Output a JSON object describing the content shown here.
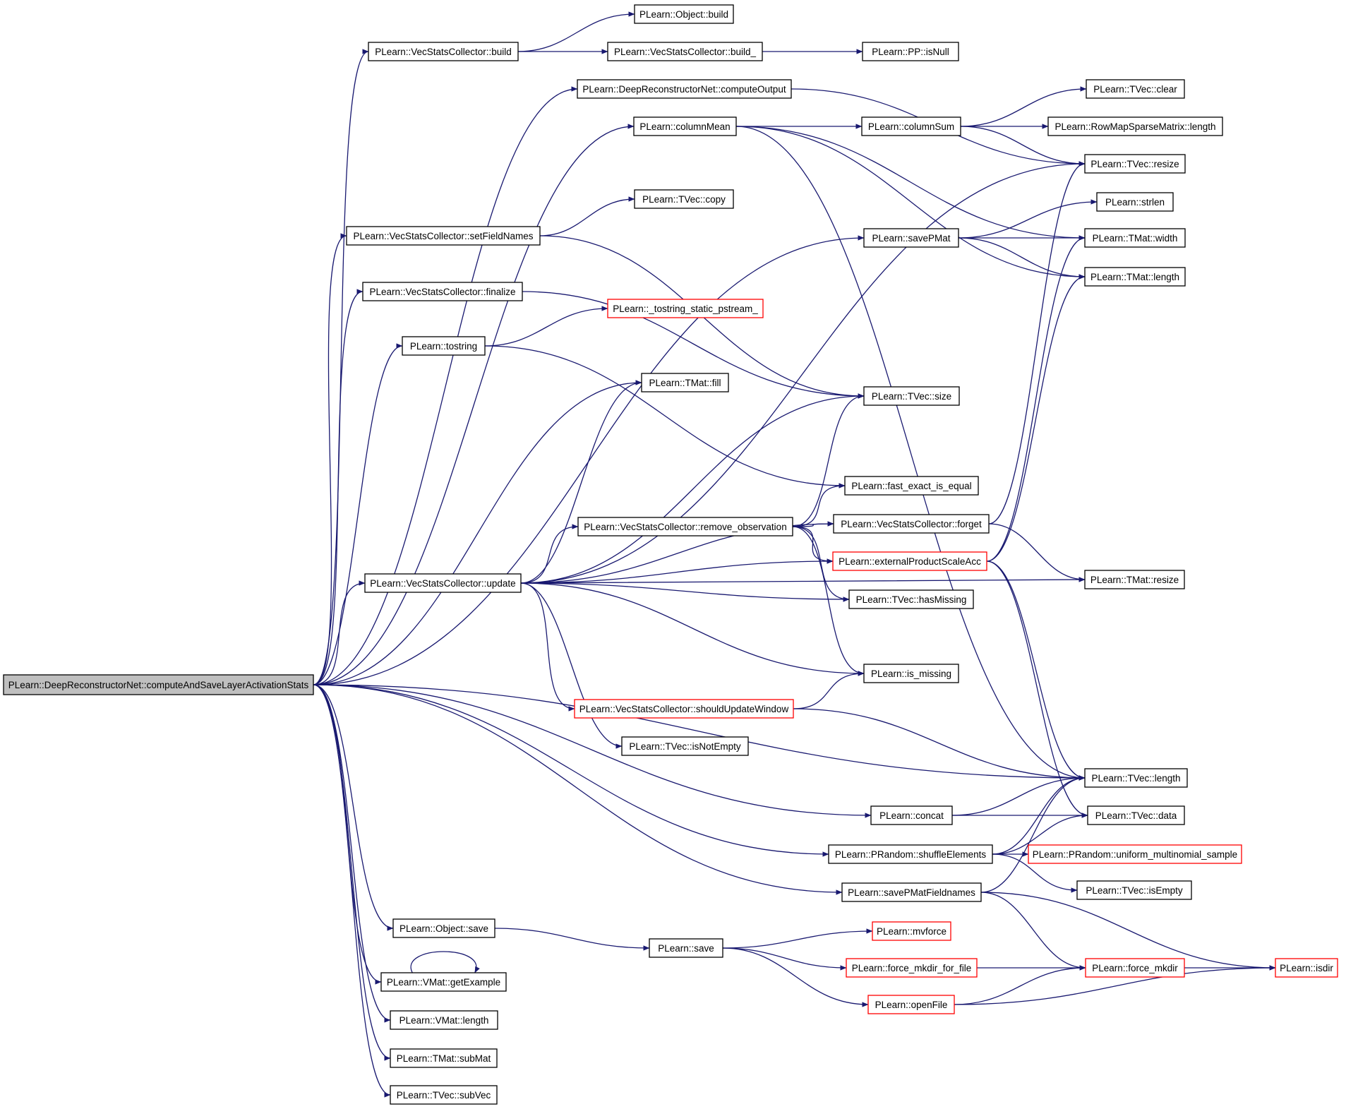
{
  "colors": {
    "edge": "#191970",
    "node_border": "#000000",
    "truncated_node_border": "#ff0000",
    "root_fill": "#bfbfbf",
    "node_fill": "#ffffff"
  },
  "nodes": [
    {
      "id": "root",
      "label": "PLearn::DeepReconstructorNet::computeAndSaveLayerActivationStats",
      "root": true
    },
    {
      "id": "vsc_build",
      "label": "PLearn::VecStatsCollector::build"
    },
    {
      "id": "obj_build",
      "label": "PLearn::Object::build"
    },
    {
      "id": "vsc_build_",
      "label": "PLearn::VecStatsCollector::build_"
    },
    {
      "id": "pp_isnull",
      "label": "PLearn::PP::isNull"
    },
    {
      "id": "drn_computeoutput",
      "label": "PLearn::DeepReconstructorNet::computeOutput"
    },
    {
      "id": "columnmean",
      "label": "PLearn::columnMean"
    },
    {
      "id": "columnsum",
      "label": "PLearn::columnSum"
    },
    {
      "id": "tvec_clear",
      "label": "PLearn::TVec::clear"
    },
    {
      "id": "rmsm_length",
      "label": "PLearn::RowMapSparseMatrix::length"
    },
    {
      "id": "tvec_resize",
      "label": "PLearn::TVec::resize"
    },
    {
      "id": "tvec_copy",
      "label": "PLearn::TVec::copy"
    },
    {
      "id": "strlen",
      "label": "PLearn::strlen"
    },
    {
      "id": "vsc_setfieldnames",
      "label": "PLearn::VecStatsCollector::setFieldNames"
    },
    {
      "id": "savepmat",
      "label": "PLearn::savePMat"
    },
    {
      "id": "tmat_width",
      "label": "PLearn::TMat::width"
    },
    {
      "id": "tmat_length",
      "label": "PLearn::TMat::length"
    },
    {
      "id": "vsc_finalize",
      "label": "PLearn::VecStatsCollector::finalize"
    },
    {
      "id": "tostring_static",
      "label": "PLearn::_tostring_static_pstream_",
      "truncated": true
    },
    {
      "id": "tostring",
      "label": "PLearn::tostring"
    },
    {
      "id": "tmat_fill",
      "label": "PLearn::TMat::fill"
    },
    {
      "id": "tvec_size",
      "label": "PLearn::TVec::size"
    },
    {
      "id": "fast_exact",
      "label": "PLearn::fast_exact_is_equal"
    },
    {
      "id": "vsc_remove",
      "label": "PLearn::VecStatsCollector::remove_observation"
    },
    {
      "id": "vsc_forget",
      "label": "PLearn::VecStatsCollector::forget"
    },
    {
      "id": "extprod",
      "label": "PLearn::externalProductScaleAcc",
      "truncated": true
    },
    {
      "id": "vsc_update",
      "label": "PLearn::VecStatsCollector::update"
    },
    {
      "id": "tmat_resize",
      "label": "PLearn::TMat::resize"
    },
    {
      "id": "tvec_hasmissing",
      "label": "PLearn::TVec::hasMissing"
    },
    {
      "id": "is_missing",
      "label": "PLearn::is_missing"
    },
    {
      "id": "vsc_shouldupdate",
      "label": "PLearn::VecStatsCollector::shouldUpdateWindow",
      "truncated": true
    },
    {
      "id": "tvec_isnotempty",
      "label": "PLearn::TVec::isNotEmpty"
    },
    {
      "id": "tvec_length",
      "label": "PLearn::TVec::length"
    },
    {
      "id": "concat",
      "label": "PLearn::concat"
    },
    {
      "id": "tvec_data",
      "label": "PLearn::TVec::data"
    },
    {
      "id": "shuffle",
      "label": "PLearn::PRandom::shuffleElements"
    },
    {
      "id": "uniform_multi",
      "label": "PLearn::PRandom::uniform_multinomial_sample",
      "truncated": true
    },
    {
      "id": "tvec_isempty",
      "label": "PLearn::TVec::isEmpty"
    },
    {
      "id": "savepmatfieldnames",
      "label": "PLearn::savePMatFieldnames"
    },
    {
      "id": "obj_save",
      "label": "PLearn::Object::save"
    },
    {
      "id": "save",
      "label": "PLearn::save"
    },
    {
      "id": "mvforce",
      "label": "PLearn::mvforce",
      "truncated": true
    },
    {
      "id": "force_mkdir_for_file",
      "label": "PLearn::force_mkdir_for_file",
      "truncated": true
    },
    {
      "id": "force_mkdir",
      "label": "PLearn::force_mkdir",
      "truncated": true
    },
    {
      "id": "isdir",
      "label": "PLearn::isdir",
      "truncated": true
    },
    {
      "id": "openfile",
      "label": "PLearn::openFile",
      "truncated": true
    },
    {
      "id": "vmat_getexample",
      "label": "PLearn::VMat::getExample"
    },
    {
      "id": "vmat_length",
      "label": "PLearn::VMat::length"
    },
    {
      "id": "tmat_submat",
      "label": "PLearn::TMat::subMat"
    },
    {
      "id": "tvec_subvec",
      "label": "PLearn::TVec::subVec"
    }
  ],
  "edges": [
    [
      "root",
      "vsc_build"
    ],
    [
      "root",
      "drn_computeoutput"
    ],
    [
      "root",
      "columnmean"
    ],
    [
      "root",
      "savepmat"
    ],
    [
      "root",
      "vsc_setfieldnames"
    ],
    [
      "root",
      "vsc_finalize"
    ],
    [
      "root",
      "tostring"
    ],
    [
      "root",
      "tmat_fill"
    ],
    [
      "root",
      "vsc_update"
    ],
    [
      "root",
      "tvec_length"
    ],
    [
      "root",
      "concat"
    ],
    [
      "root",
      "shuffle"
    ],
    [
      "root",
      "savepmatfieldnames"
    ],
    [
      "root",
      "obj_save"
    ],
    [
      "root",
      "vmat_getexample"
    ],
    [
      "root",
      "vmat_length"
    ],
    [
      "root",
      "tmat_submat"
    ],
    [
      "root",
      "tvec_subvec"
    ],
    [
      "vsc_build",
      "obj_build"
    ],
    [
      "vsc_build",
      "vsc_build_"
    ],
    [
      "vsc_build_",
      "pp_isnull"
    ],
    [
      "drn_computeoutput",
      "tvec_resize"
    ],
    [
      "columnmean",
      "columnsum"
    ],
    [
      "columnmean",
      "tmat_width"
    ],
    [
      "columnmean",
      "tmat_length"
    ],
    [
      "columnmean",
      "tvec_length"
    ],
    [
      "columnsum",
      "tvec_clear"
    ],
    [
      "columnsum",
      "rmsm_length"
    ],
    [
      "columnsum",
      "tvec_resize"
    ],
    [
      "vsc_setfieldnames",
      "tvec_copy"
    ],
    [
      "vsc_setfieldnames",
      "tvec_size"
    ],
    [
      "savepmat",
      "strlen"
    ],
    [
      "savepmat",
      "tmat_width"
    ],
    [
      "savepmat",
      "tmat_length"
    ],
    [
      "vsc_finalize",
      "tvec_size"
    ],
    [
      "tostring",
      "tostring_static"
    ],
    [
      "tostring",
      "fast_exact"
    ],
    [
      "vsc_update",
      "tmat_fill"
    ],
    [
      "vsc_update",
      "tvec_size"
    ],
    [
      "vsc_update",
      "tvec_resize"
    ],
    [
      "vsc_update",
      "vsc_forget"
    ],
    [
      "vsc_update",
      "vsc_remove"
    ],
    [
      "vsc_update",
      "extprod"
    ],
    [
      "vsc_update",
      "tvec_hasmissing"
    ],
    [
      "vsc_update",
      "tmat_resize"
    ],
    [
      "vsc_update",
      "is_missing"
    ],
    [
      "vsc_update",
      "vsc_shouldupdate"
    ],
    [
      "vsc_update",
      "tvec_isnotempty"
    ],
    [
      "vsc_remove",
      "tvec_size"
    ],
    [
      "vsc_remove",
      "fast_exact"
    ],
    [
      "vsc_remove",
      "vsc_forget"
    ],
    [
      "vsc_remove",
      "extprod"
    ],
    [
      "vsc_remove",
      "tvec_hasmissing"
    ],
    [
      "vsc_remove",
      "is_missing"
    ],
    [
      "vsc_forget",
      "tvec_resize"
    ],
    [
      "vsc_forget",
      "tmat_resize"
    ],
    [
      "extprod",
      "tmat_width"
    ],
    [
      "extprod",
      "tmat_length"
    ],
    [
      "extprod",
      "tvec_length"
    ],
    [
      "extprod",
      "tvec_data"
    ],
    [
      "vsc_shouldupdate",
      "is_missing"
    ],
    [
      "vsc_shouldupdate",
      "tvec_length"
    ],
    [
      "concat",
      "tvec_length"
    ],
    [
      "concat",
      "tvec_data"
    ],
    [
      "shuffle",
      "tvec_length"
    ],
    [
      "shuffle",
      "tvec_data"
    ],
    [
      "shuffle",
      "uniform_multi"
    ],
    [
      "shuffle",
      "tvec_isempty"
    ],
    [
      "savepmatfieldnames",
      "tvec_length"
    ],
    [
      "savepmatfieldnames",
      "force_mkdir"
    ],
    [
      "savepmatfieldnames",
      "isdir"
    ],
    [
      "obj_save",
      "save"
    ],
    [
      "save",
      "mvforce"
    ],
    [
      "save",
      "force_mkdir_for_file"
    ],
    [
      "save",
      "openfile"
    ],
    [
      "force_mkdir_for_file",
      "force_mkdir"
    ],
    [
      "force_mkdir",
      "isdir"
    ],
    [
      "openfile",
      "force_mkdir"
    ],
    [
      "openfile",
      "isdir"
    ],
    [
      "vmat_getexample",
      "vmat_getexample"
    ]
  ]
}
